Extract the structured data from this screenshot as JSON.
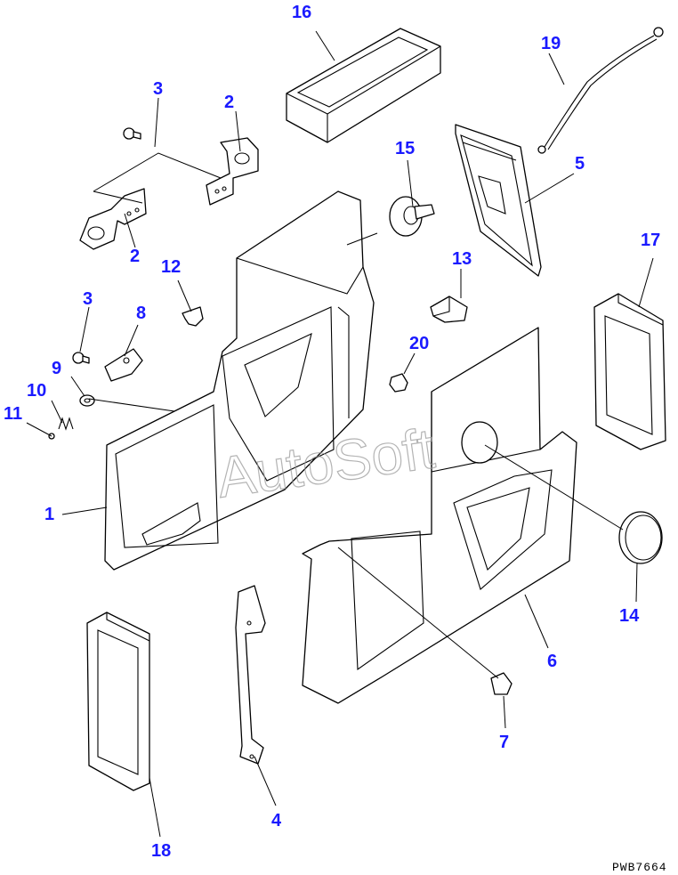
{
  "watermark": "AutoSoft",
  "drawing_code": "PWB7664",
  "callout_color": "#1a1aff",
  "callouts": {
    "c1": "1",
    "c2a": "2",
    "c2b": "2",
    "c3a": "3",
    "c3b": "3",
    "c4": "4",
    "c5": "5",
    "c6": "6",
    "c7": "7",
    "c8": "8",
    "c9": "9",
    "c10": "10",
    "c11": "11",
    "c12": "12",
    "c13": "13",
    "c14": "14",
    "c15": "15",
    "c16": "16",
    "c17": "17",
    "c18": "18",
    "c19": "19",
    "c20": "20"
  }
}
